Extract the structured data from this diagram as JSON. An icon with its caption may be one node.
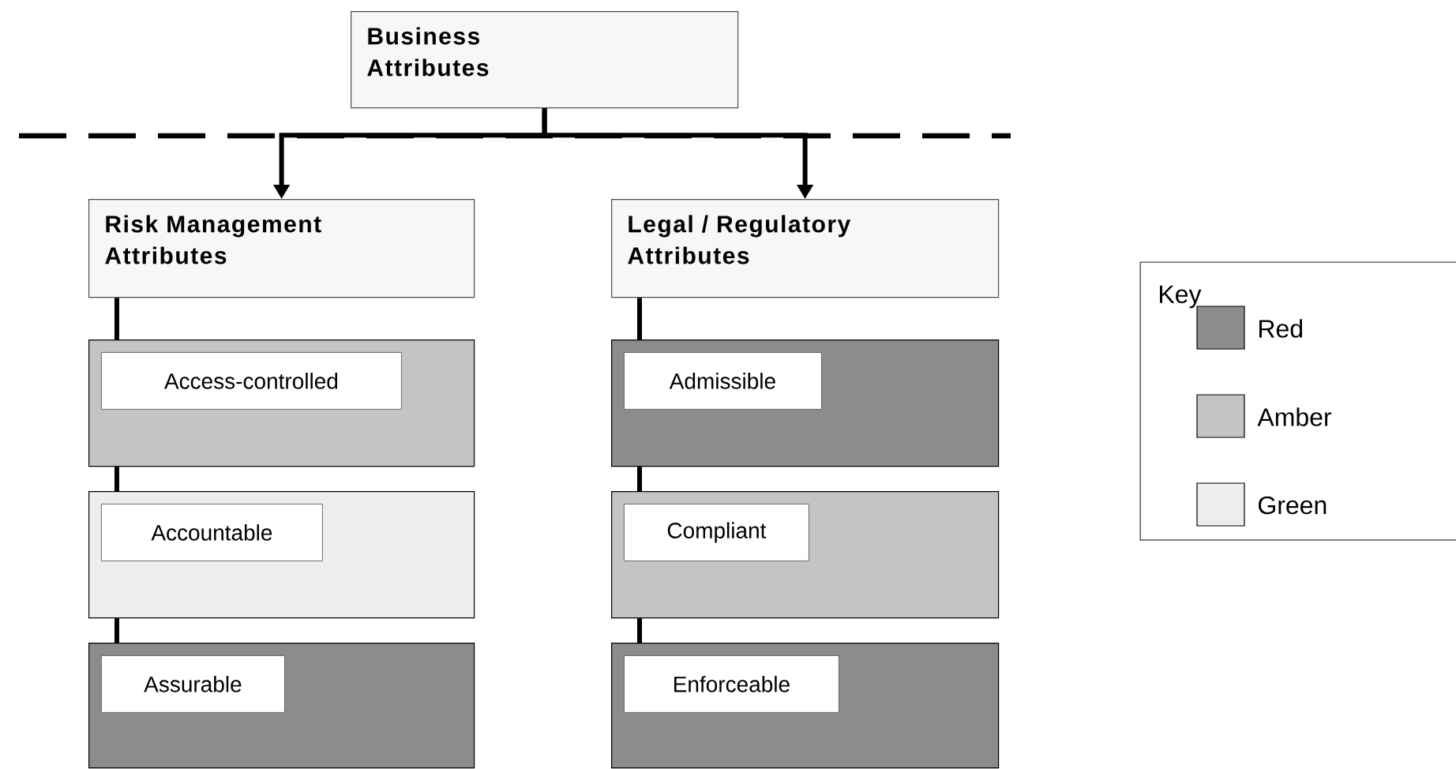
{
  "diagram": {
    "nodes": [
      {
        "text": [
          "Business Attributes"
        ]
      },
      {
        "text": [
          "Risk Management Attributes"
        ]
      },
      {
        "text": [
          "Legal / Regulatory Attributes"
        ]
      },
      {
        "text": [
          "Access-controlled"
        ]
      },
      {
        "text": [
          "Accountable"
        ]
      },
      {
        "text": [
          "Assurable"
        ]
      },
      {
        "text": [
          "Admissible"
        ]
      },
      {
        "text": [
          "Compliant"
        ]
      },
      {
        "text": [
          "Enforceable"
        ]
      }
    ],
    "edges": [
      {
        "from": 0,
        "to": 1,
        "arrow": "to"
      },
      {
        "from": 0,
        "to": 2,
        "arrow": "to"
      },
      {
        "from": 1,
        "to": 3,
        "arrow": "none"
      },
      {
        "from": 3,
        "to": 4,
        "arrow": "none"
      },
      {
        "from": 4,
        "to": 5,
        "arrow": "none"
      },
      {
        "from": 2,
        "to": 6,
        "arrow": "none"
      },
      {
        "from": 6,
        "to": 7,
        "arrow": "none"
      },
      {
        "from": 7,
        "to": 8,
        "arrow": "none"
      }
    ],
    "labels": [
      "Key"
    ],
    "legend": [
      {
        "text": "Red",
        "color": "#8c8c8c"
      },
      {
        "text": "Amber",
        "color": "#c4c4c4"
      },
      {
        "text": "Green",
        "color": "#ededed"
      }
    ]
  }
}
